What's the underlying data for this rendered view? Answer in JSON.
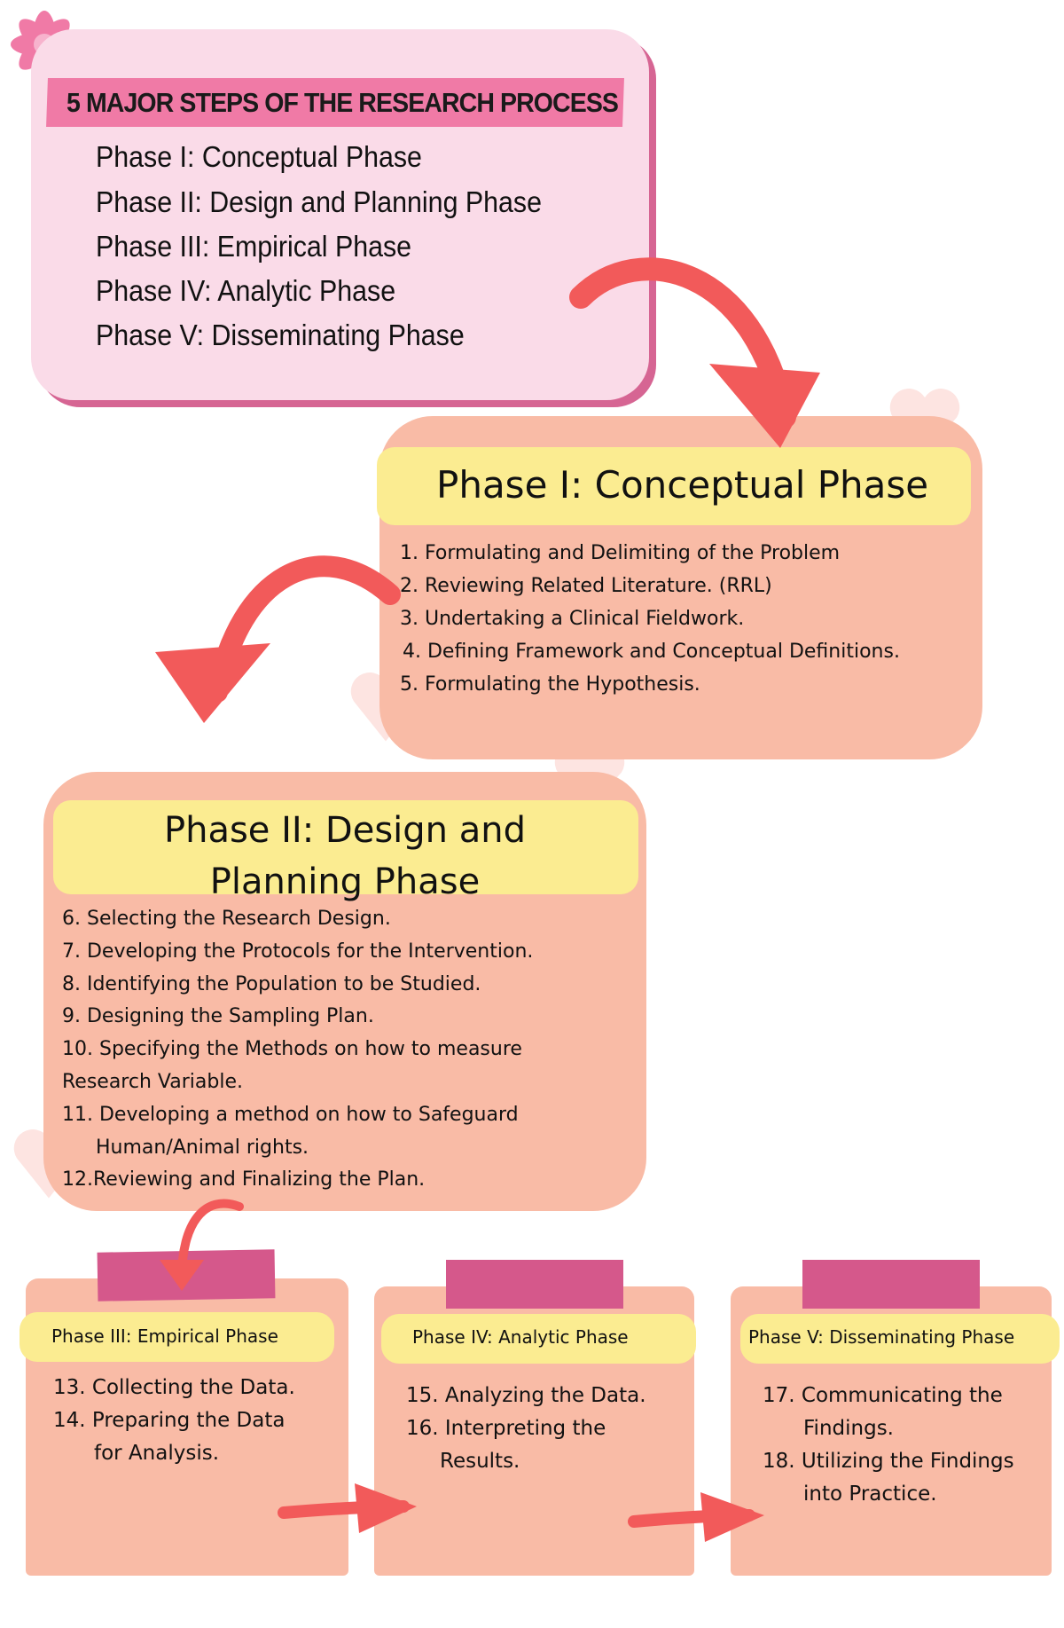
{
  "overview": {
    "title": "5 MAJOR STEPS OF THE RESEARCH PROCESS",
    "phases": [
      "Phase I: Conceptual Phase",
      "Phase II: Design and Planning Phase",
      "Phase III: Empirical Phase",
      "Phase IV: Analytic Phase",
      "Phase V: Disseminating Phase"
    ]
  },
  "phase1": {
    "title": "Phase I: Conceptual Phase",
    "items": [
      "1. Formulating and Delimiting of the Problem",
      "2. Reviewing Related Literature. (RRL)",
      "3. Undertaking a Clinical Fieldwork.",
      "4. Defining Framework and Conceptual Definitions.",
      "5. Formulating the Hypothesis."
    ]
  },
  "phase2": {
    "title_line1": "Phase II: Design and",
    "title_line2": "Planning Phase",
    "items": [
      "6. Selecting the Research Design.",
      "7. Developing the Protocols for the Intervention.",
      "8. Identifying the Population to be Studied.",
      "9. Designing the Sampling Plan.",
      "10. Specifying the Methods on how to measure",
      "Research Variable.",
      "11. Developing a method on how to Safeguard",
      "Human/Animal rights.",
      "12.Reviewing and Finalizing the Plan."
    ]
  },
  "phase3": {
    "title": "Phase III: Empirical Phase",
    "items": [
      "13. Collecting the Data.",
      "14. Preparing the Data",
      "for Analysis."
    ]
  },
  "phase4": {
    "title": "Phase IV: Analytic Phase",
    "items": [
      "15. Analyzing the Data.",
      "16. Interpreting the",
      "Results."
    ]
  },
  "phase5": {
    "title": "Phase V: Disseminating Phase",
    "items": [
      "17. Communicating the",
      "Findings.",
      "18. Utilizing the Findings",
      "into Practice."
    ]
  },
  "colors": {
    "pink": "#fadbe8",
    "peach": "#f9bba6",
    "yellow": "#fbec91",
    "arrow": "#f25a5a",
    "tape": "#d5588b"
  }
}
